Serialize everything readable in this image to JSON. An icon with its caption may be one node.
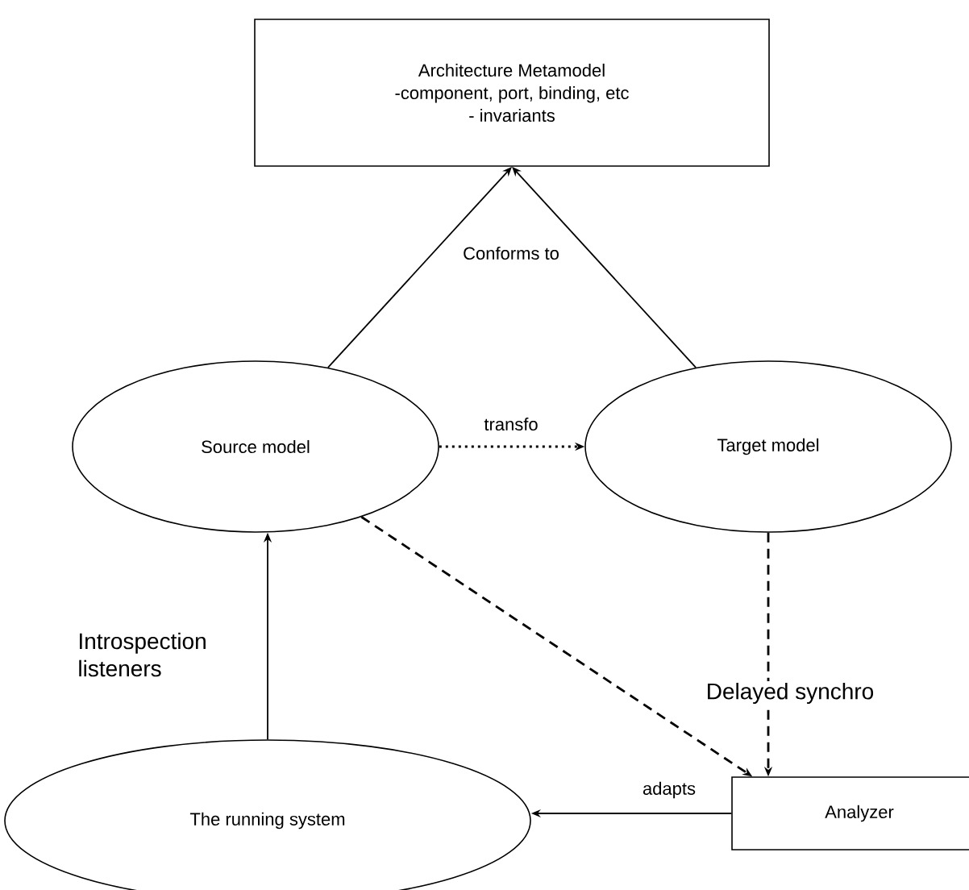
{
  "diagram": {
    "nodes": [
      {
        "text": [
          "Architecture Metamodel",
          "-component, port, binding, etc",
          "- invariants"
        ]
      },
      {
        "text": [
          "Source model"
        ]
      },
      {
        "text": [
          "Target model"
        ]
      },
      {
        "text": [
          "The running system"
        ]
      },
      {
        "text": [
          "Analyzer"
        ]
      }
    ],
    "edges": [
      {
        "from": 1,
        "to": 0,
        "arrow": "to",
        "label": "Conforms to"
      },
      {
        "from": 2,
        "to": 0,
        "arrow": "to"
      },
      {
        "from": 1,
        "to": 2,
        "arrow": "to",
        "label": "transfo",
        "style": "dashed"
      },
      {
        "from": 1,
        "to": 4,
        "arrow": "to",
        "style": "dashed"
      },
      {
        "from": 2,
        "to": 4,
        "arrow": "to",
        "style": "dashed",
        "label": "Delayed synchro"
      },
      {
        "from": 3,
        "to": 1,
        "arrow": "to",
        "label": "Introspection listeners"
      },
      {
        "from": 4,
        "to": 3,
        "arrow": "to",
        "label": "adapts"
      }
    ]
  }
}
